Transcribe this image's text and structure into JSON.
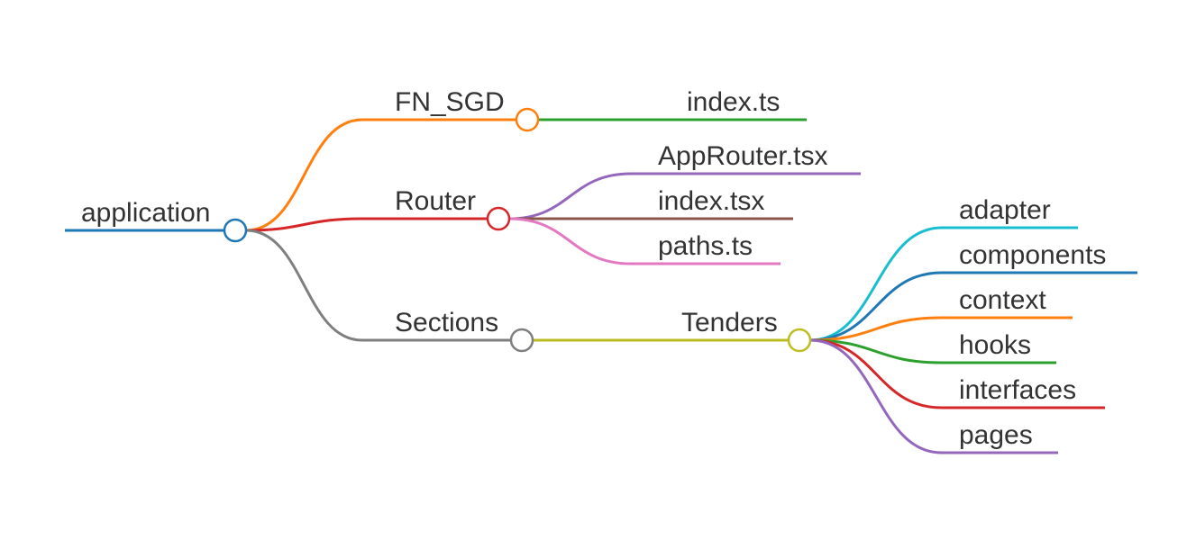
{
  "diagram": {
    "type": "mindmap",
    "root": {
      "label": "application",
      "color": "#1f77b4",
      "children": [
        {
          "label": "FN_SGD",
          "color": "#ff7f0e",
          "children": [
            {
              "label": "index.ts",
              "color": "#2ca02c"
            }
          ]
        },
        {
          "label": "Router",
          "color": "#d62728",
          "children": [
            {
              "label": "AppRouter.tsx",
              "color": "#9467bd"
            },
            {
              "label": "index.tsx",
              "color": "#8c564b"
            },
            {
              "label": "paths.ts",
              "color": "#e377c2"
            }
          ]
        },
        {
          "label": "Sections",
          "color": "#7f7f7f",
          "children": [
            {
              "label": "Tenders",
              "color": "#bcbd22",
              "children": [
                {
                  "label": "adapter",
                  "color": "#17becf"
                },
                {
                  "label": "components",
                  "color": "#1f77b4"
                },
                {
                  "label": "context",
                  "color": "#ff7f0e"
                },
                {
                  "label": "hooks",
                  "color": "#2ca02c"
                },
                {
                  "label": "interfaces",
                  "color": "#d62728"
                },
                {
                  "label": "pages",
                  "color": "#9467bd"
                }
              ]
            }
          ]
        }
      ]
    }
  }
}
